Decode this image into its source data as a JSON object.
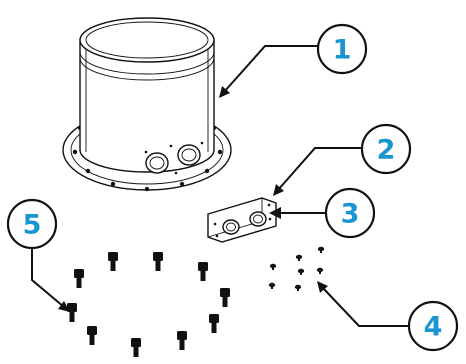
{
  "callouts": [
    {
      "id": "part-1",
      "label": "1"
    },
    {
      "id": "part-2",
      "label": "2"
    },
    {
      "id": "part-3",
      "label": "3"
    },
    {
      "id": "part-4",
      "label": "4"
    },
    {
      "id": "part-5",
      "label": "5"
    }
  ],
  "colors": {
    "callout_number": "#1a95d3",
    "line": "#111111",
    "background": "#ffffff"
  }
}
